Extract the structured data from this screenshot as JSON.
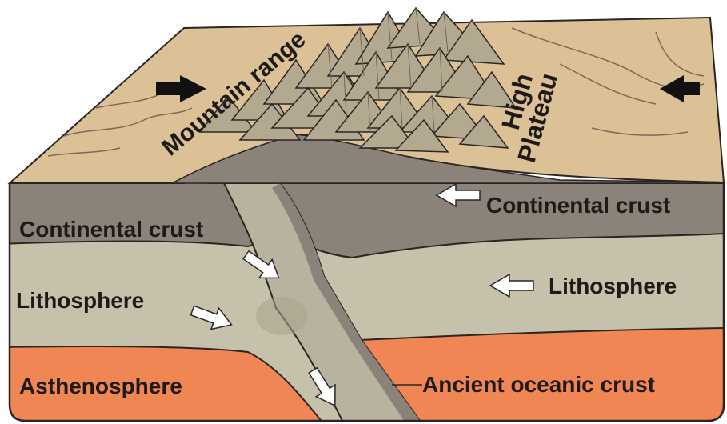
{
  "labels": {
    "mountain_range": "Mountain range",
    "high": "High",
    "plateau": "Plateau",
    "continental_crust_left": "Continental crust",
    "continental_crust_right": "Continental crust",
    "lithosphere_left": "Lithosphere",
    "lithosphere_right": "Lithosphere",
    "asthenosphere": "Asthenosphere",
    "ancient_oceanic_crust": "Ancient oceanic crust"
  },
  "colors": {
    "surface": "#dcc196",
    "mountain": "#b3a991",
    "continental_crust": "#8b837a",
    "lithosphere": "#c6c1aa",
    "asthenosphere": "#f08654",
    "slab": "#b8b39e",
    "arrow_black": "#111111",
    "arrow_white": "#ffffff",
    "outline": "#2a2522"
  },
  "icons": {
    "plate_motion_surface": "arrow-icon-black",
    "plate_motion_subsurface": "arrow-icon-white"
  }
}
